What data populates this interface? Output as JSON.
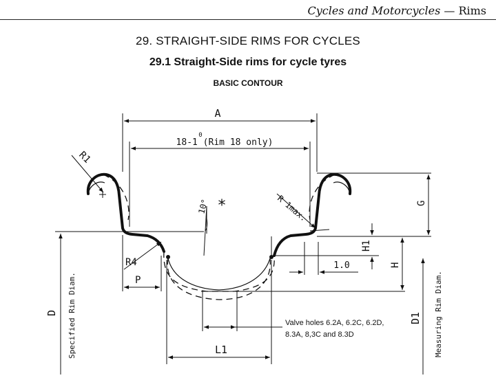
{
  "header": {
    "section_italic": "Cycles and Motorcycles",
    "section_dash": " — ",
    "section_rims": "Rims"
  },
  "titles": {
    "chapter": "29.  STRAIGHT-SIDE RIMS FOR CYCLES",
    "subsection": "29.1 Straight-Side rims for cycle tyres",
    "contour": "BASIC CONTOUR"
  },
  "diagram": {
    "labels": {
      "A": "A",
      "inner_width": "18-1 (Rim 18 only)",
      "inner_width_tol": "0",
      "R1": "R1",
      "R4": "R4",
      "P": "P",
      "D": "D",
      "specified_rim_diam": "Specified Rim Diam.",
      "measuring_rim_diam": "Measuring Rim Diam.",
      "D1": "D1",
      "L1": "L1",
      "G": "G",
      "H": "H",
      "H1": "H1",
      "dim_1_0": "1.0",
      "r_max": "R 1max.",
      "angle_10": "10°",
      "asterisk": "*"
    },
    "valve_note_line1": "Valve holes 6.2A, 6.2C, 6.2D,",
    "valve_note_line2": "8.3A, 8,3C and 8.3D"
  }
}
